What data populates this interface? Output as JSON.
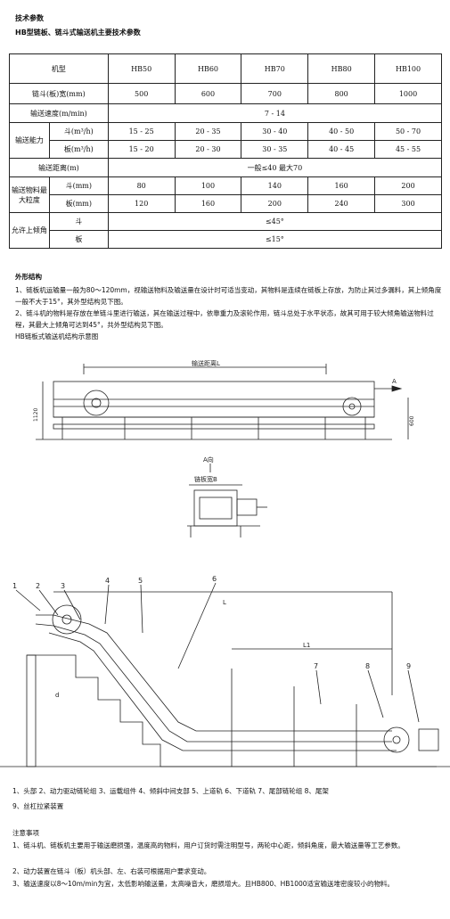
{
  "header": {
    "title": "技术参数",
    "subtitle": "HB型链板、链斗式输送机主要技术参数"
  },
  "table": {
    "model_label": "机型",
    "models": [
      "HB50",
      "HB60",
      "HB70",
      "HB80",
      "HB100"
    ],
    "width_label": "链斗(板)宽(mm)",
    "widths": [
      "500",
      "600",
      "700",
      "800",
      "1000"
    ],
    "speed_label": "输送速度(m/min)",
    "speed_value": "7 - 14",
    "capacity_label": "输送能力",
    "bucket_sub": "斗(m³/h)",
    "bucket_caps": [
      "15 - 25",
      "20 - 35",
      "30 - 40",
      "40 - 50",
      "50 - 70"
    ],
    "plate_sub": "板(m³/h)",
    "plate_caps": [
      "15 - 20",
      "20 - 30",
      "30 - 35",
      "40 - 45",
      "45 - 55"
    ],
    "distance_label": "输送距离(m)",
    "distance_value": "一般≤40  最大70",
    "grain_label": "输送物料最大粒度",
    "grain_bucket_sub": "斗(mm)",
    "grain_bucket": [
      "80",
      "100",
      "140",
      "160",
      "200"
    ],
    "grain_plate_sub": "板(mm)",
    "grain_plate": [
      "120",
      "160",
      "200",
      "240",
      "300"
    ],
    "angle_label": "允许上倾角",
    "angle_bucket_sub": "斗",
    "angle_bucket_value": "≤45°",
    "angle_plate_sub": "板",
    "angle_plate_value": "≤15°"
  },
  "structure": {
    "title": "外形结构",
    "p1": "1、链板机运输量一般为80～120mm，视输送物料及输送量在设计时可适当变动，其物料是连续在链板上存放，为防止其过多漏料，其上倾角度一般不大于15°，其外型结构见下图。",
    "p2": "2、链斗机的物料是存放在单链斗里进行输送，其在输送过程中，依靠重力及滚轮作用，链斗总处于水平状态，故其可用于较大倾角输送物料过程，其最大上倾角可达到45°，共外型结构见下图。",
    "diagram_caption": "HB链板式输送机结构示意图"
  },
  "diagram1": {
    "length_label": "输送距离L",
    "height_label": "1120",
    "right_dim": "600",
    "arrow_label": "A"
  },
  "diagram2": {
    "view_label": "A向",
    "width_label": "链板宽B"
  },
  "diagram3": {
    "callouts": [
      "1",
      "2",
      "3",
      "4",
      "5",
      "6",
      "7",
      "8",
      "9"
    ],
    "l_label": "L",
    "l1_label": "L1",
    "d_label": "d"
  },
  "legend": {
    "line1": "1、头部    2、动力驱动链轮组    3、运载组件    4、倾斜中间支部    5、上道轨    6、下道轨    7、尾部链轮组    8、尾架",
    "line2": "9、丝杠拉紧装置"
  },
  "notes": {
    "title": "注意事项",
    "n1": "1、链斗机、链板机主要用于输送磨损强，温度高的物料，用户订货时需注明型号，两轮中心距，倾斜角度，最大输送量等工艺参数。",
    "n2": "2、动力装置在链斗（板）机头部、左、右装可根据用户要求变动。",
    "n3": "3、输送速度以8～10m/min为宜，太低影响输送量，太高噪音大，磨损增大。且HB800、HB1000适宜输送堆密度较小的物料。"
  }
}
